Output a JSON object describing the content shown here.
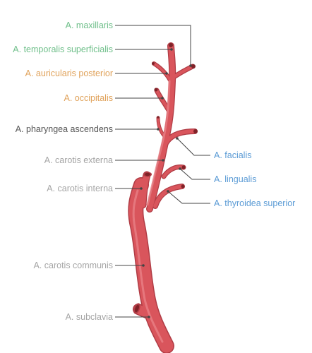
{
  "labels": {
    "maxillaris": "A. maxillaris",
    "temporalis": "A. temporalis superficialis",
    "auricularis": "A. auricularis posterior",
    "occipitalis": "A. occipitalis",
    "pharyngea": "A. pharyngea ascendens",
    "externa": "A. carotis externa",
    "interna": "A. carotis interna",
    "communis": "A. carotis communis",
    "subclavia": "A. subclavia",
    "facialis": "A. facialis",
    "lingualis": "A. lingualis",
    "thyroidea": "A. thyroidea superior"
  },
  "colors": {
    "vessel": "#d9555c",
    "vessel_dark": "#b03c45",
    "vessel_light": "#e98086",
    "green": "#6fbf8a",
    "orange": "#e0a25a",
    "dark": "#555555",
    "gray": "#a5a5a5",
    "blue": "#5b9bd5",
    "leader": "#444444"
  }
}
